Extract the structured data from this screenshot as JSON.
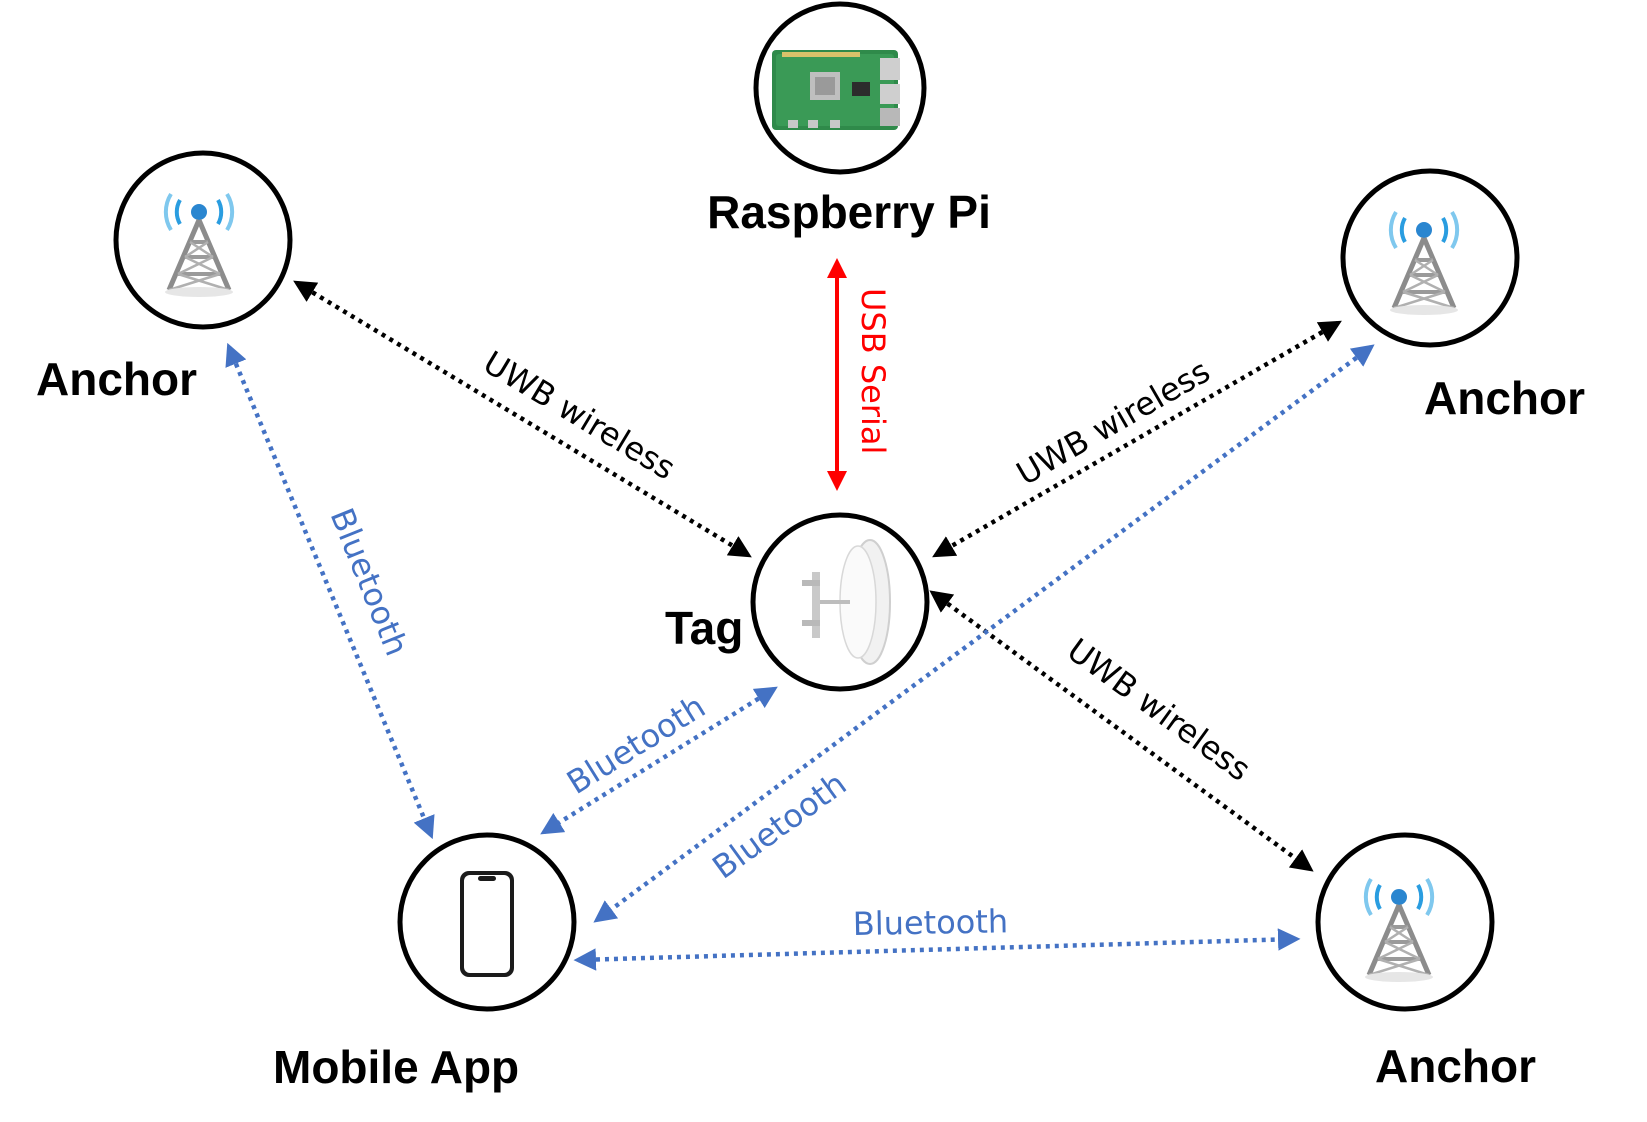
{
  "colors": {
    "uwb": "#000000",
    "usb": "#ff0000",
    "bluetooth": "#4472c4",
    "node_border": "#000000"
  },
  "nodes": {
    "raspberry_pi": {
      "label": "Raspberry Pi",
      "icon": "raspberry-pi-board-icon"
    },
    "anchor_left": {
      "label": "Anchor",
      "icon": "radio-tower-icon"
    },
    "anchor_right": {
      "label": "Anchor",
      "icon": "radio-tower-icon"
    },
    "anchor_bottom": {
      "label": "Anchor",
      "icon": "radio-tower-icon"
    },
    "tag": {
      "label": "Tag",
      "icon": "dish-antenna-icon"
    },
    "mobile_app": {
      "label": "Mobile App",
      "icon": "smartphone-icon"
    }
  },
  "links": {
    "usb_serial": {
      "label": "USB Serial",
      "type": "usb"
    },
    "uwb_tag_anchor_left": {
      "label": "UWB wireless",
      "type": "uwb"
    },
    "uwb_tag_anchor_right": {
      "label": "UWB wireless",
      "type": "uwb"
    },
    "uwb_tag_anchor_bottom": {
      "label": "UWB wireless",
      "type": "uwb"
    },
    "bt_anchor_left_mobile": {
      "label": "Bluetooth",
      "type": "bluetooth"
    },
    "bt_tag_mobile": {
      "label": "Bluetooth",
      "type": "bluetooth"
    },
    "bt_anchor_right_mobile": {
      "label": "Bluetooth",
      "type": "bluetooth"
    },
    "bt_mobile_anchor_bottom": {
      "label": "Bluetooth",
      "type": "bluetooth"
    }
  }
}
